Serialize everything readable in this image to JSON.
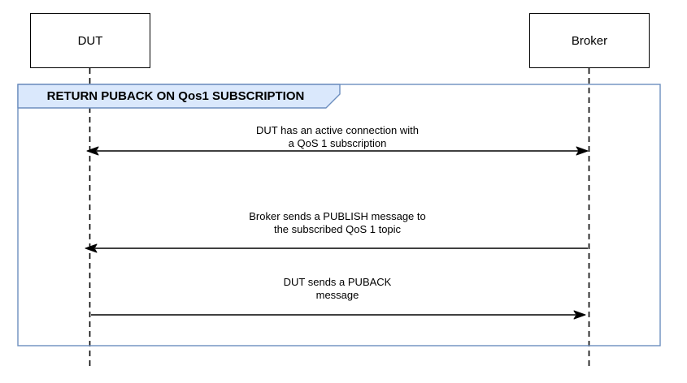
{
  "diagram": {
    "type": "uml-sequence",
    "frame_title": "RETURN PUBACK ON Qos1 SUBSCRIPTION",
    "actors": [
      {
        "name": "DUT"
      },
      {
        "name": "Broker"
      }
    ],
    "messages": [
      {
        "from": "DUT",
        "to": "Broker",
        "arrow": "bidirectional",
        "line1": "DUT has an active connection with",
        "line2": "a QoS 1 subscription"
      },
      {
        "from": "Broker",
        "to": "DUT",
        "arrow": "right-to-left",
        "line1": "Broker sends a PUBLISH message to",
        "line2": "the subscribed QoS 1 topic"
      },
      {
        "from": "DUT",
        "to": "Broker",
        "arrow": "left-to-right",
        "line1": "DUT sends a PUBACK",
        "line2": "message"
      }
    ],
    "colors": {
      "frame_border": "#6c8ebf",
      "frame_label_fill": "#dae8fc",
      "actor_border": "#000000",
      "line": "#000000",
      "text": "#000000",
      "background": "#ffffff"
    }
  }
}
